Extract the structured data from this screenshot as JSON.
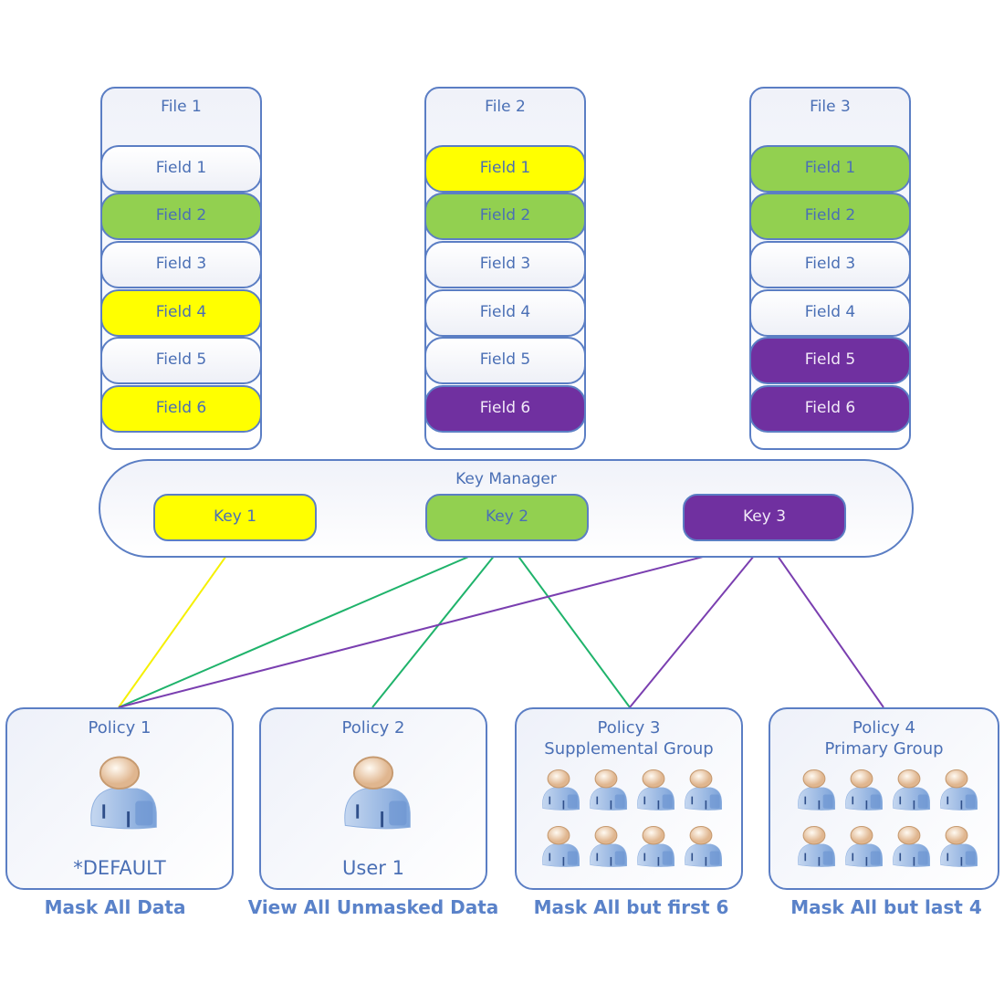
{
  "files": [
    {
      "title": "File 1",
      "fields": [
        {
          "label": "Field 1",
          "color": "white"
        },
        {
          "label": "Field 2",
          "color": "green"
        },
        {
          "label": "Field 3",
          "color": "white"
        },
        {
          "label": "Field 4",
          "color": "yellow"
        },
        {
          "label": "Field 5",
          "color": "white"
        },
        {
          "label": "Field 6",
          "color": "yellow"
        }
      ]
    },
    {
      "title": "File 2",
      "fields": [
        {
          "label": "Field 1",
          "color": "yellow"
        },
        {
          "label": "Field 2",
          "color": "green"
        },
        {
          "label": "Field 3",
          "color": "white"
        },
        {
          "label": "Field 4",
          "color": "white"
        },
        {
          "label": "Field 5",
          "color": "white"
        },
        {
          "label": "Field 6",
          "color": "purple"
        }
      ]
    },
    {
      "title": "File 3",
      "fields": [
        {
          "label": "Field 1",
          "color": "green"
        },
        {
          "label": "Field 2",
          "color": "green"
        },
        {
          "label": "Field 3",
          "color": "white"
        },
        {
          "label": "Field 4",
          "color": "white"
        },
        {
          "label": "Field 5",
          "color": "purple"
        },
        {
          "label": "Field 6",
          "color": "purple"
        }
      ]
    }
  ],
  "key_manager": {
    "title": "Key Manager",
    "keys": [
      {
        "label": "Key 1",
        "color": "yellow"
      },
      {
        "label": "Key 2",
        "color": "green"
      },
      {
        "label": "Key 3",
        "color": "purple"
      }
    ]
  },
  "colors": {
    "yellow": "#ffff00",
    "green": "#92d050",
    "purple": "#7030a0",
    "line_green": "#1fb36b",
    "line_purple": "#7a3fb0",
    "line_yellow": "#f5f000"
  },
  "policies": [
    {
      "title": "Policy  1",
      "subtitle": "",
      "name": "*DEFAULT",
      "users": 1,
      "caption": "Mask All Data"
    },
    {
      "title": "Policy  2",
      "subtitle": "",
      "name": "User 1",
      "users": 1,
      "caption": "View All Unmasked Data"
    },
    {
      "title": "Policy  3",
      "subtitle": "Supplemental Group",
      "name": "",
      "users": 8,
      "caption": "Mask All but first 6"
    },
    {
      "title": "Policy  4",
      "subtitle": "Primary Group",
      "name": "",
      "users": 8,
      "caption": "Mask All but last 4"
    }
  ],
  "connections": [
    {
      "key": 0,
      "policy": 0
    },
    {
      "key": 1,
      "policy": 0
    },
    {
      "key": 1,
      "policy": 1
    },
    {
      "key": 1,
      "policy": 2
    },
    {
      "key": 2,
      "policy": 0
    },
    {
      "key": 2,
      "policy": 2
    },
    {
      "key": 2,
      "policy": 3
    }
  ]
}
